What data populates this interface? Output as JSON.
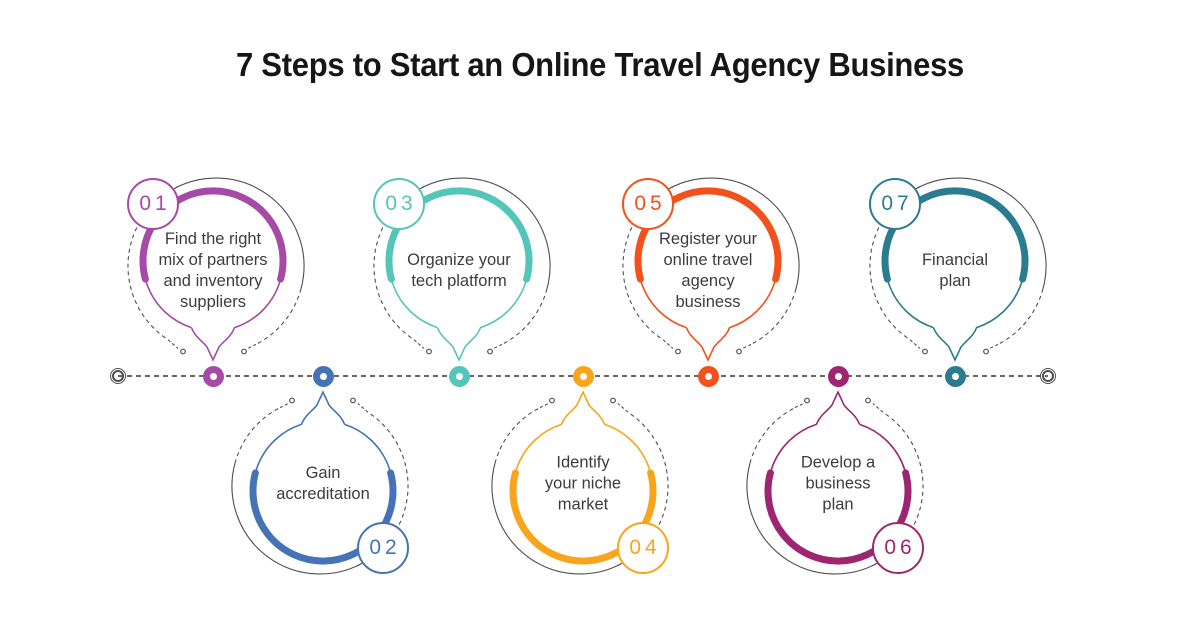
{
  "title": "7 Steps to Start an Online Travel Agency Business",
  "steps": [
    {
      "number": "01",
      "label": "Find the right\nmix of partners\nand inventory\nsuppliers",
      "color": "#a54ba6",
      "position": "top"
    },
    {
      "number": "02",
      "label": "Gain\naccreditation",
      "color": "#4673b7",
      "position": "bottom"
    },
    {
      "number": "03",
      "label": "Organize your\ntech platform",
      "color": "#53c6b9",
      "position": "top"
    },
    {
      "number": "04",
      "label": "Identify\nyour niche\nmarket",
      "color": "#f9a51c",
      "position": "bottom"
    },
    {
      "number": "05",
      "label": "Register your\nonline travel\nagency\nbusiness",
      "color": "#f2511b",
      "position": "top"
    },
    {
      "number": "06",
      "label": "Develop a\nbusiness\nplan",
      "color": "#9d2572",
      "position": "bottom"
    },
    {
      "number": "07",
      "label": "Financial\nplan",
      "color": "#2a7c8e",
      "position": "top"
    }
  ],
  "timeline": {
    "start_icon": "bullseye-icon",
    "end_icon": "bullseye-icon",
    "line_color": "#676767",
    "outline_color": "#4e4e4e"
  }
}
